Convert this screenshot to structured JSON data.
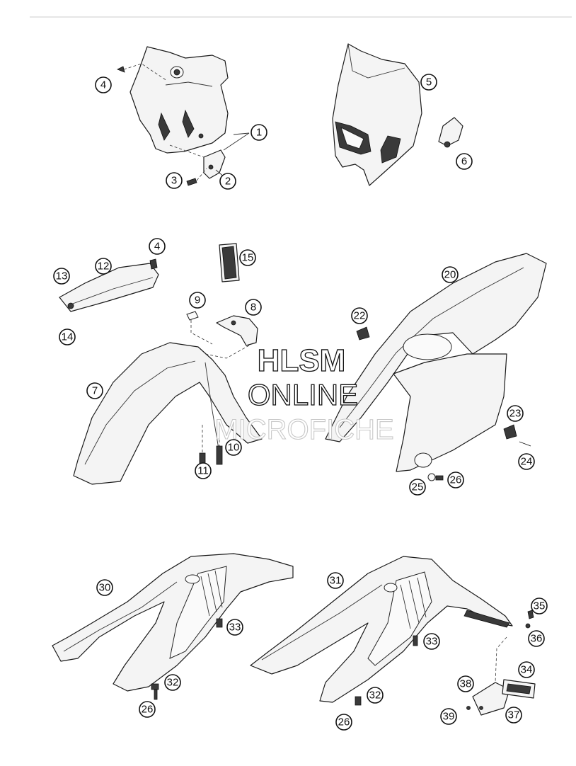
{
  "watermark": {
    "line1": "HLSM",
    "line2": "ONLINE",
    "line3": "MICROFICHE"
  },
  "callouts": [
    {
      "id": "c1",
      "label": "1"
    },
    {
      "id": "c2",
      "label": "2"
    },
    {
      "id": "c3",
      "label": "3"
    },
    {
      "id": "c4a",
      "label": "4"
    },
    {
      "id": "c5",
      "label": "5"
    },
    {
      "id": "c6",
      "label": "6"
    },
    {
      "id": "c4b",
      "label": "4"
    },
    {
      "id": "c7",
      "label": "7"
    },
    {
      "id": "c8",
      "label": "8"
    },
    {
      "id": "c9",
      "label": "9"
    },
    {
      "id": "c10",
      "label": "10"
    },
    {
      "id": "c11",
      "label": "11"
    },
    {
      "id": "c12",
      "label": "12"
    },
    {
      "id": "c13",
      "label": "13"
    },
    {
      "id": "c14",
      "label": "14"
    },
    {
      "id": "c15",
      "label": "15"
    },
    {
      "id": "c20",
      "label": "20"
    },
    {
      "id": "c22",
      "label": "22"
    },
    {
      "id": "c23",
      "label": "23"
    },
    {
      "id": "c24",
      "label": "24"
    },
    {
      "id": "c25",
      "label": "25"
    },
    {
      "id": "c26a",
      "label": "26"
    },
    {
      "id": "c30",
      "label": "30"
    },
    {
      "id": "c33a",
      "label": "33"
    },
    {
      "id": "c32a",
      "label": "32"
    },
    {
      "id": "c26b",
      "label": "26"
    },
    {
      "id": "c31",
      "label": "31"
    },
    {
      "id": "c33b",
      "label": "33"
    },
    {
      "id": "c35",
      "label": "35"
    },
    {
      "id": "c36",
      "label": "36"
    },
    {
      "id": "c34",
      "label": "34"
    },
    {
      "id": "c38",
      "label": "38"
    },
    {
      "id": "c37",
      "label": "37"
    },
    {
      "id": "c39",
      "label": "39"
    },
    {
      "id": "c32b",
      "label": "32"
    },
    {
      "id": "c26c",
      "label": "26"
    }
  ]
}
